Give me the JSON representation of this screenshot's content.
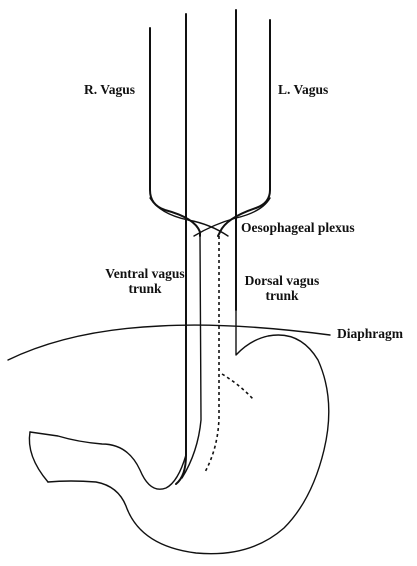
{
  "diagram": {
    "labels": {
      "r_vagus": "R. Vagus",
      "l_vagus": "L. Vagus",
      "plexus": "Oesophageal plexus",
      "ventral_line1": "Ventral vagus",
      "ventral_line2": "trunk",
      "dorsal_line1": "Dorsal vagus",
      "dorsal_line2": "trunk",
      "diaphragm": "Diaphragm"
    },
    "colors": {
      "ink": "#111111",
      "background": "#ffffff"
    }
  }
}
